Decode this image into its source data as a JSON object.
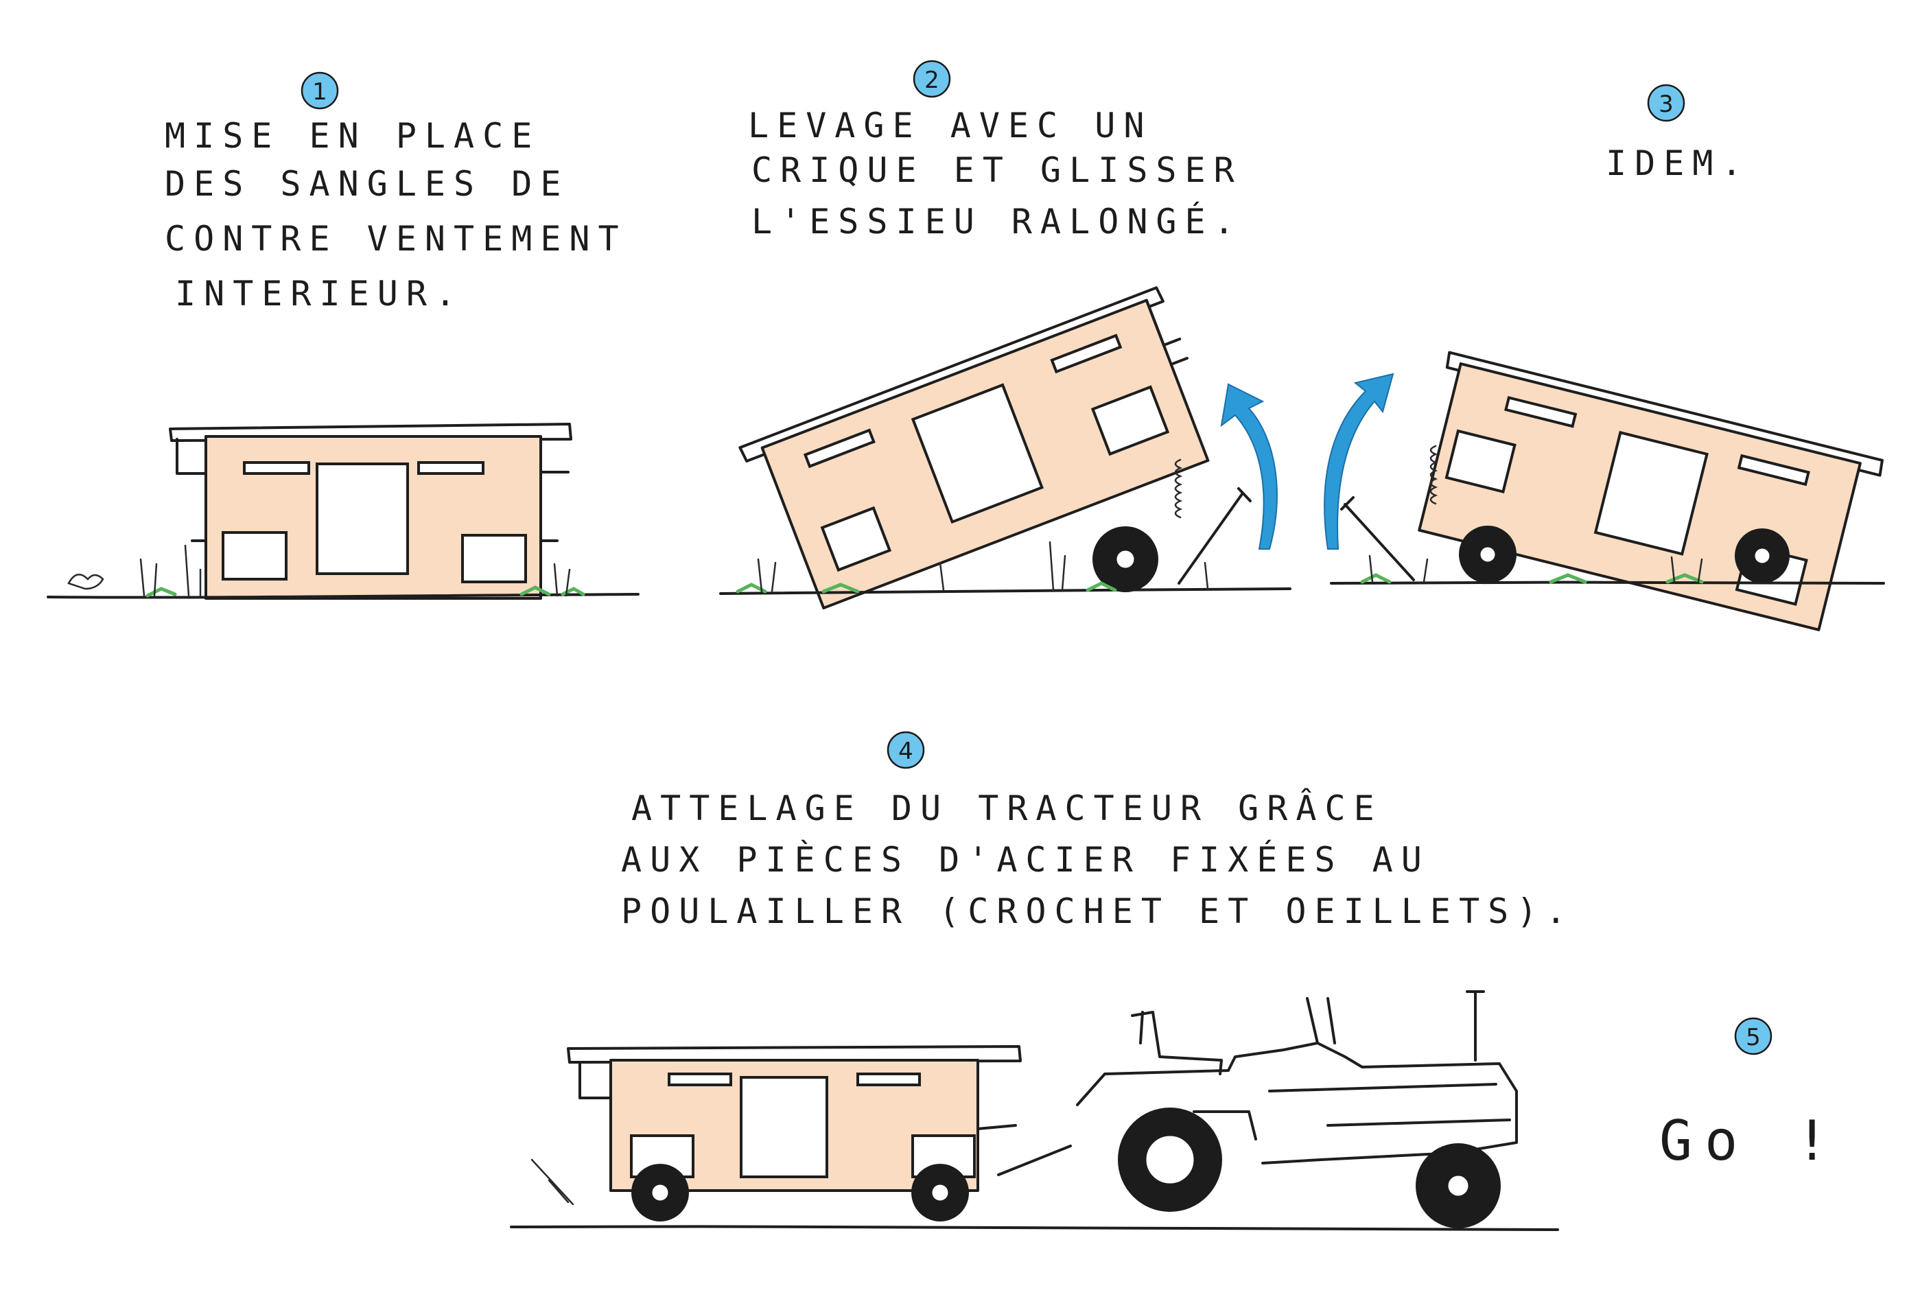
{
  "steps": [
    {
      "number": "1",
      "lines": [
        "MISE EN PLACE",
        "DES SANGLES DE",
        "CONTRE VENTEMENT",
        "INTERIEUR."
      ]
    },
    {
      "number": "2",
      "lines": [
        "LEVAGE AVEC UN",
        "CRIQUE ET GLISSER",
        "L'ESSIEU RALONGÉ."
      ]
    },
    {
      "number": "3",
      "lines": [
        "IDEM."
      ]
    },
    {
      "number": "4",
      "lines": [
        "ATTELAGE DU TRACTEUR GRÂCE",
        "AUX PIÈCES D'ACIER FIXÉES AU",
        "POULAILLER (CROCHET ET OEILLETS)."
      ]
    },
    {
      "number": "5",
      "lines": [
        "Go !"
      ]
    }
  ],
  "colors": {
    "coop_wall": "#f9dcc2",
    "badge": "#6ec6ef",
    "arrow": "#2d9ad8",
    "grass": "#56b35a",
    "ink": "#1e1e1e"
  }
}
